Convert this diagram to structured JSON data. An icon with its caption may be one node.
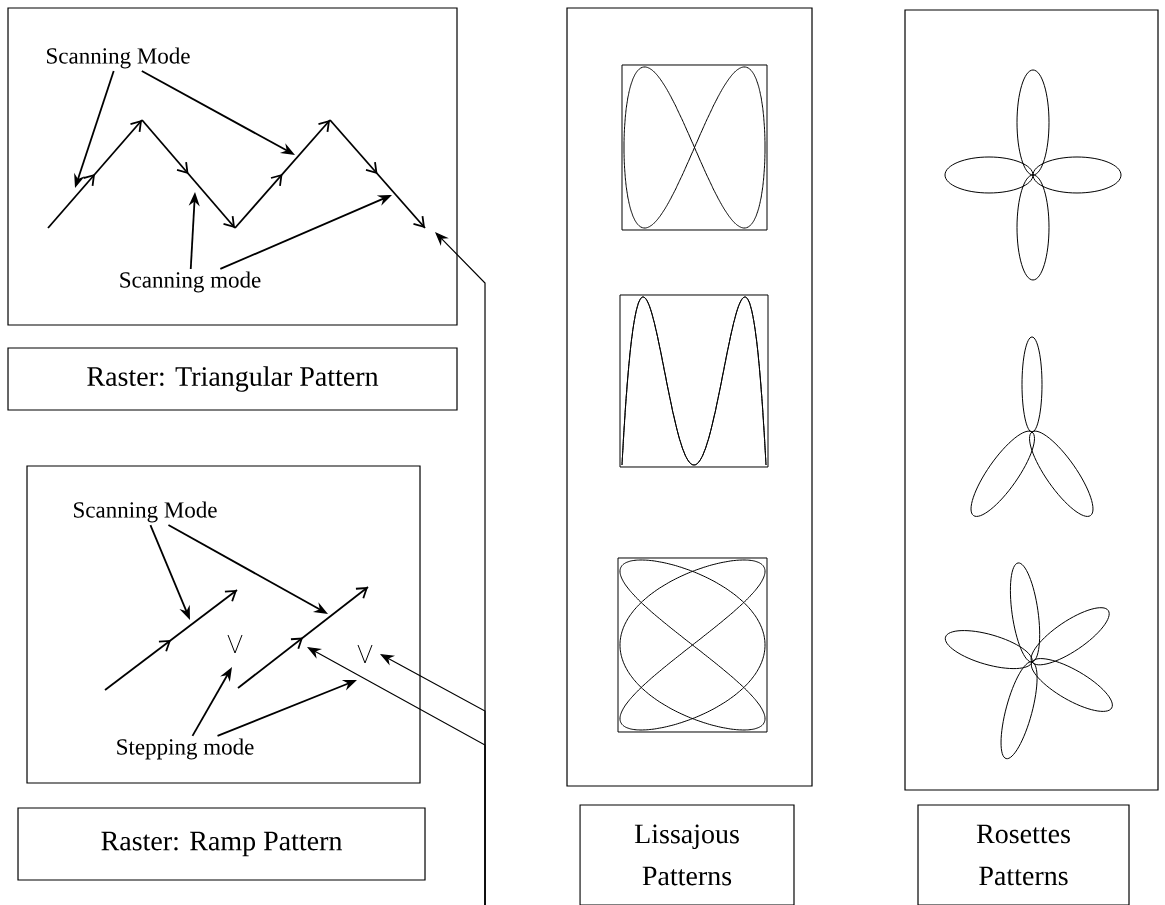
{
  "diagram": {
    "nodes": [
      {
        "text": [],
        "shape": "box"
      },
      {
        "text": [
          "Scanning Mode"
        ],
        "in": 0
      },
      {
        "text": [
          "Scanning mode"
        ],
        "in": 0
      },
      {
        "text": [
          "Raster: Triangular Pattern"
        ]
      },
      {
        "text": [],
        "shape": "box"
      },
      {
        "text": [
          "Scanning Mode"
        ],
        "in": 4
      },
      {
        "text": [
          "Stepping mode"
        ],
        "in": 4
      },
      {
        "text": [
          "Raster: Ramp Pattern"
        ]
      },
      {
        "text": [],
        "shape": "box"
      },
      {
        "text": [
          "Lissajous Patterns"
        ]
      },
      {
        "text": [],
        "shape": "box"
      },
      {
        "text": [
          "Rosettes Patterns"
        ]
      },
      {
        "text": [],
        "shape": "arrow",
        "in": 4
      },
      {
        "text": [],
        "shape": "arrow",
        "in": 4
      },
      {
        "text": [],
        "shape": "chevron",
        "in": 4
      },
      {
        "text": [],
        "shape": "chevron",
        "in": 4
      }
    ],
    "edges": [
      {
        "from": 1,
        "to": null,
        "arrow": "to"
      },
      {
        "from": 1,
        "to": null,
        "arrow": "to"
      },
      {
        "from": 2,
        "to": null,
        "arrow": "to"
      },
      {
        "from": 2,
        "to": null,
        "arrow": "to"
      },
      {
        "from": 5,
        "to": 12,
        "arrow": "to"
      },
      {
        "from": 5,
        "to": 13,
        "arrow": "to"
      },
      {
        "from": 6,
        "to": 12,
        "arrow": "to"
      },
      {
        "from": 6,
        "to": 13,
        "arrow": "to"
      },
      {
        "from": null,
        "to": 0,
        "arrow": "to"
      },
      {
        "from": null,
        "to": 15,
        "arrow": "to"
      },
      {
        "from": null,
        "to": 13,
        "arrow": "to"
      }
    ]
  }
}
